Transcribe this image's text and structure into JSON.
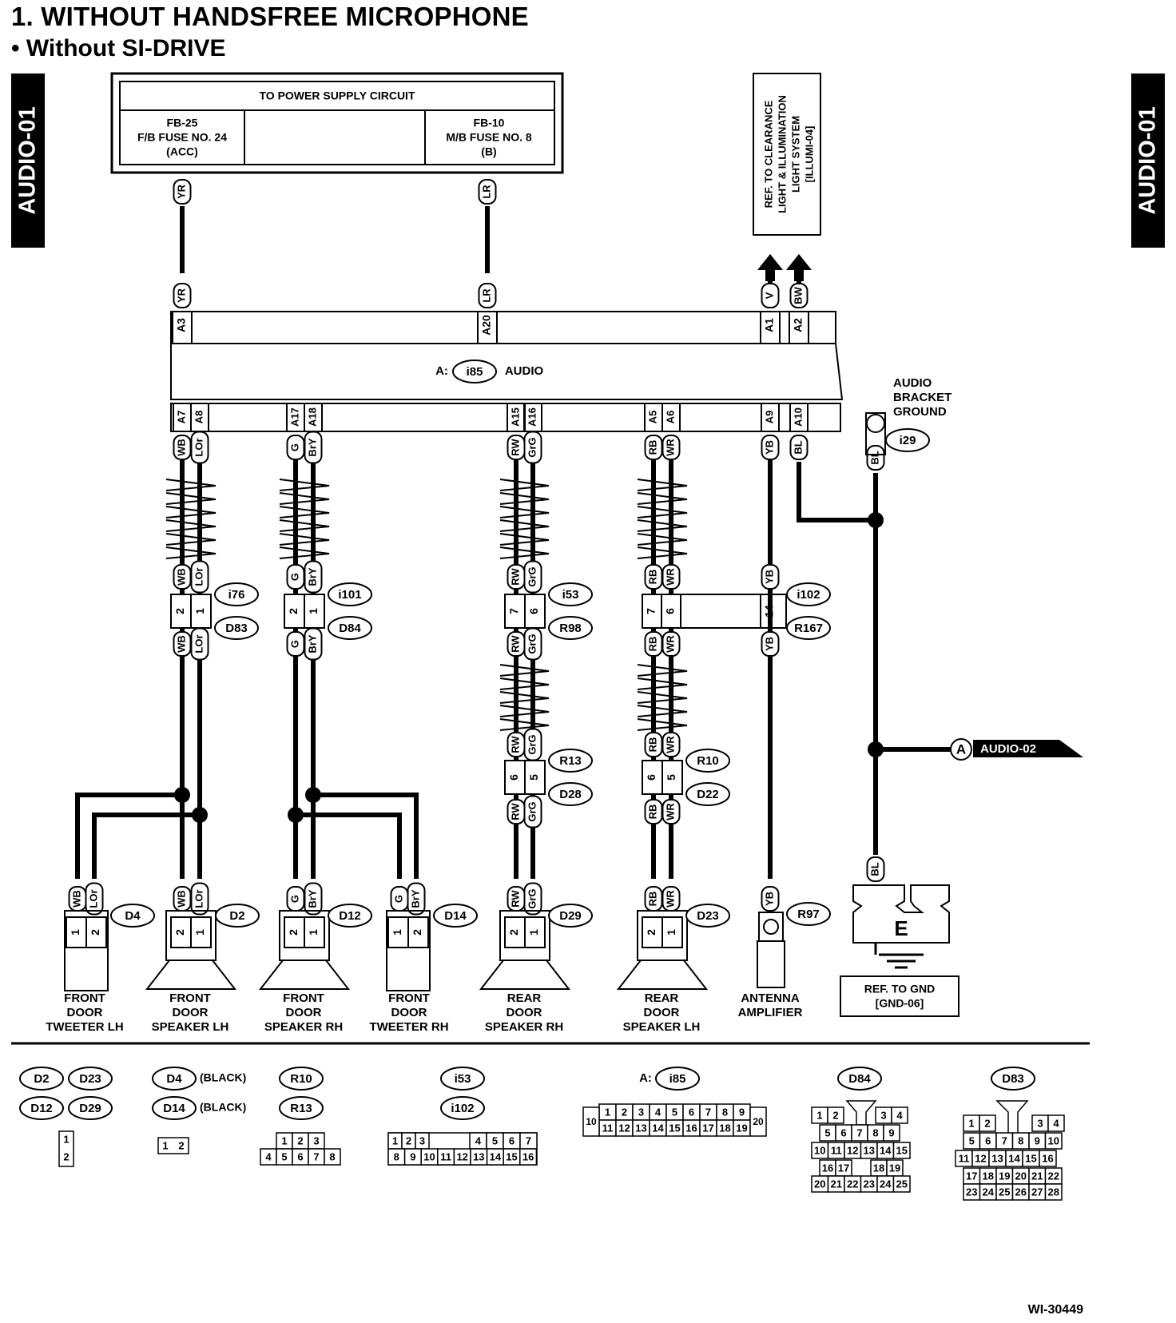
{
  "header": {
    "title": "1.  WITHOUT HANDSFREE MICROPHONE",
    "subtitle": "•  Without SI-DRIVE",
    "side_tab": "AUDIO-01",
    "figure_id": "WI-30449"
  },
  "power_supply": {
    "title": "TO POWER SUPPLY CIRCUIT",
    "left_fuse": [
      "FB-25",
      "F/B FUSE NO. 24",
      "(ACC)"
    ],
    "right_fuse": [
      "FB-10",
      "M/B FUSE NO. 8",
      "(B)"
    ]
  },
  "illum_ref": [
    "REF. TO CLEARANCE",
    "LIGHT & ILLUMINATION",
    "LIGHT SYSTEM",
    "[ILLUMI-04]"
  ],
  "audio_unit": {
    "prefix": "A:",
    "connector": "i85",
    "label": "AUDIO"
  },
  "wires_top": [
    {
      "color": "YR",
      "pin": "A3"
    },
    {
      "color": "LR",
      "pin": "A20"
    },
    {
      "color": "V",
      "pin": "A1"
    },
    {
      "color": "BW",
      "pin": "A2"
    }
  ],
  "pins_bottom": [
    "A7",
    "A8",
    "A17",
    "A18",
    "A15",
    "A16",
    "A5",
    "A6",
    "A9",
    "A10"
  ],
  "wire_colors": [
    "WB",
    "LOr",
    "G",
    "BrY",
    "RW",
    "GrG",
    "RB",
    "WR",
    "YB",
    "BL"
  ],
  "connectors": {
    "i76": "i76",
    "d83": "D83",
    "i101": "i101",
    "d84": "D84",
    "i53": "i53",
    "r98": "R98",
    "i102": "i102",
    "r167": "R167",
    "r13": "R13",
    "d28": "D28",
    "r10": "R10",
    "d22": "D22",
    "d4": "D4",
    "d2": "D2",
    "d12": "D12",
    "d14": "D14",
    "d29": "D29",
    "d23": "D23",
    "r97": "R97",
    "i29": "i29"
  },
  "pin_numbers": [
    "1",
    "2",
    "5",
    "6",
    "7",
    "14"
  ],
  "ground": {
    "label": [
      "AUDIO",
      "BRACKET",
      "GROUND"
    ],
    "symbol": "E",
    "ref": [
      "REF. TO GND",
      "[GND-06]"
    ]
  },
  "audio02_ref": {
    "marker": "A",
    "label": "AUDIO-02"
  },
  "components": [
    [
      "FRONT",
      "DOOR",
      "TWEETER LH"
    ],
    [
      "FRONT",
      "DOOR",
      "SPEAKER LH"
    ],
    [
      "FRONT",
      "DOOR",
      "SPEAKER RH"
    ],
    [
      "FRONT",
      "DOOR",
      "TWEETER RH"
    ],
    [
      "REAR",
      "DOOR",
      "SPEAKER RH"
    ],
    [
      "REAR",
      "DOOR",
      "SPEAKER LH"
    ],
    [
      "ANTENNA",
      "AMPLIFIER"
    ]
  ],
  "legend": {
    "g1": [
      "D2",
      "D23",
      "D12",
      "D29"
    ],
    "g2": [
      "D4",
      "D14"
    ],
    "g2_note": "(BLACK)",
    "g3": [
      "R10",
      "R13"
    ],
    "g4": [
      "i53",
      "i102"
    ],
    "g5_prefix": "A:",
    "g5": "i85",
    "g6": "D84",
    "g7": "D83",
    "pins_small": [
      "1",
      "2"
    ],
    "r10_rows": [
      [
        "1",
        "2",
        "3"
      ],
      [
        "4",
        "5",
        "6",
        "7",
        "8"
      ]
    ],
    "i53_rows": [
      [
        "1",
        "2",
        "3",
        "4",
        "5",
        "6",
        "7"
      ],
      [
        "8",
        "9",
        "10",
        "11",
        "12",
        "13",
        "14",
        "15",
        "16"
      ]
    ],
    "i85_rows": [
      [
        "1",
        "2",
        "3",
        "4",
        "5",
        "6",
        "7",
        "8",
        "9"
      ],
      [
        "11",
        "12",
        "13",
        "14",
        "15",
        "16",
        "17",
        "18",
        "19"
      ]
    ],
    "i85_side": [
      "10",
      "20"
    ],
    "d84_rows": [
      [
        "1",
        "2",
        "3",
        "4"
      ],
      [
        "5",
        "6",
        "7",
        "8",
        "9"
      ],
      [
        "10",
        "11",
        "12",
        "13",
        "14",
        "15"
      ],
      [
        "16",
        "17",
        "18",
        "19"
      ],
      [
        "20",
        "21",
        "22",
        "23",
        "24",
        "25"
      ]
    ],
    "d83_rows": [
      [
        "1",
        "2",
        "3",
        "4"
      ],
      [
        "5",
        "6",
        "7",
        "8",
        "9",
        "10"
      ],
      [
        "11",
        "12",
        "13",
        "14",
        "15",
        "16"
      ],
      [
        "17",
        "18",
        "19",
        "20",
        "21",
        "22"
      ],
      [
        "23",
        "24",
        "25",
        "26",
        "27",
        "28"
      ]
    ]
  }
}
